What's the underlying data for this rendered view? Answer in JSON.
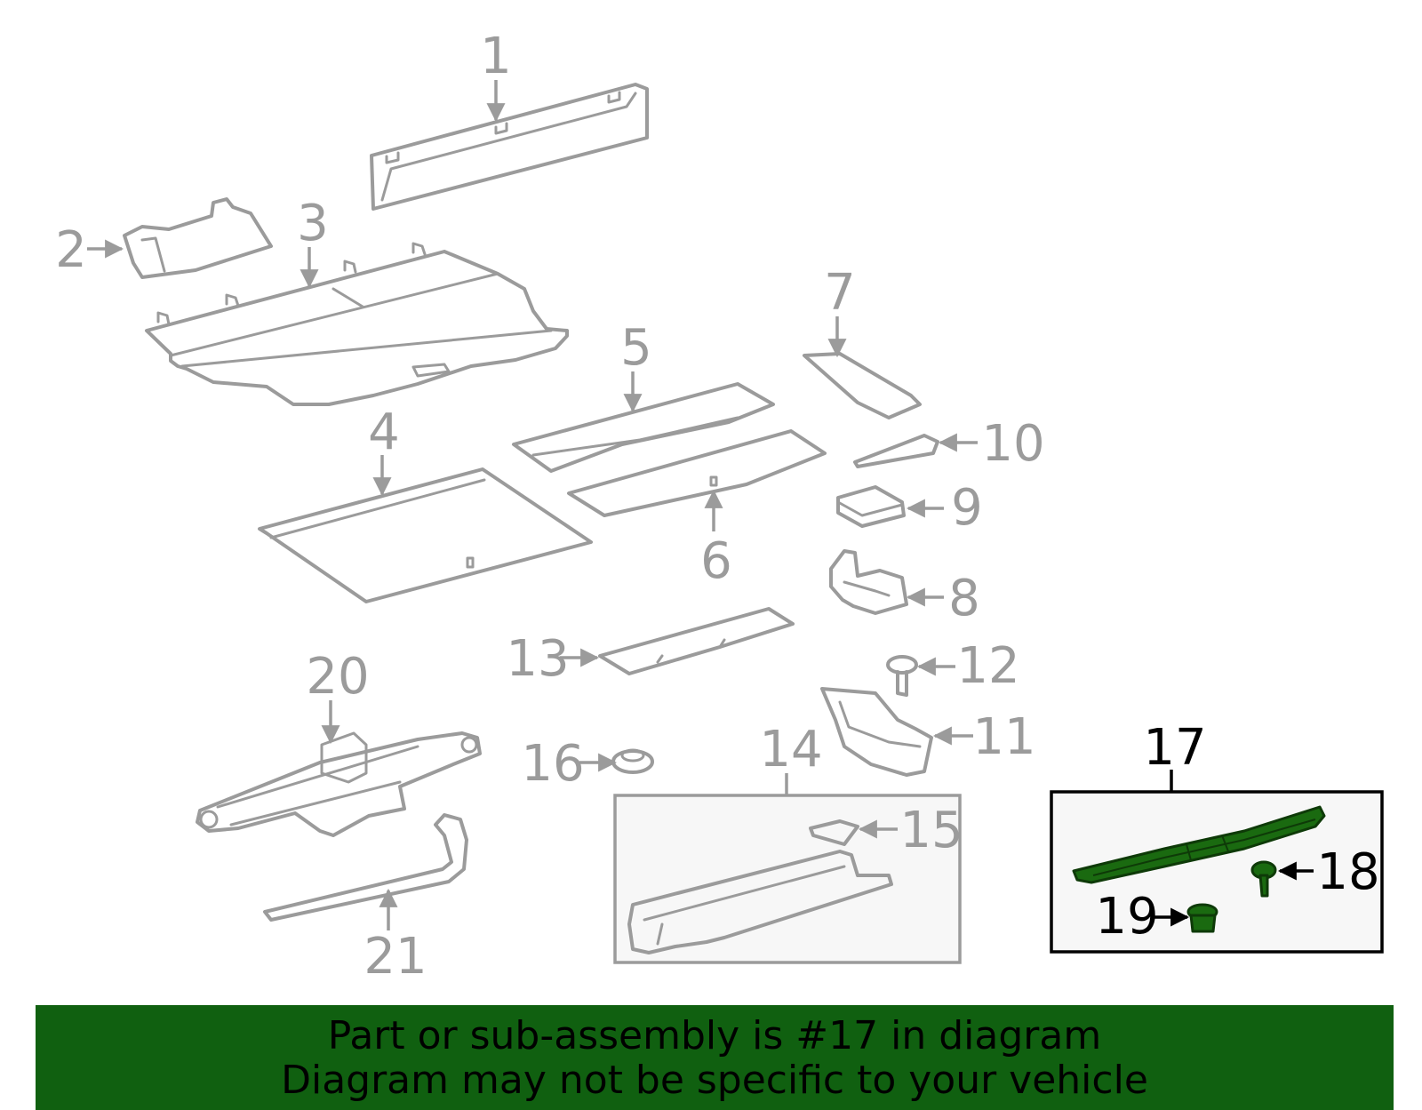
{
  "callouts": {
    "c1": "1",
    "c2": "2",
    "c3": "3",
    "c4": "4",
    "c5": "5",
    "c6": "6",
    "c7": "7",
    "c8": "8",
    "c9": "9",
    "c10": "10",
    "c11": "11",
    "c12": "12",
    "c13": "13",
    "c14": "14",
    "c15": "15",
    "c16": "16",
    "c17": "17",
    "c18": "18",
    "c19": "19",
    "c20": "20",
    "c21": "21"
  },
  "banner": {
    "line1": "Part or sub-assembly is #17 in diagram",
    "line2": "Diagram may not be specific to your vehicle"
  },
  "colors": {
    "part_stroke": "#9b9b9b",
    "highlight_fill": "#1a6a10",
    "banner_bg": "#106010",
    "text_dark": "#000000"
  }
}
